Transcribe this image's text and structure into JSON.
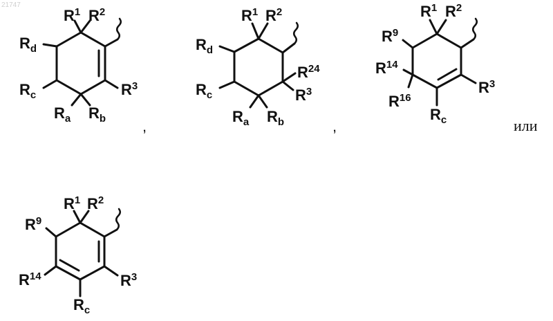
{
  "corner_number": "21747",
  "separators": [
    ",",
    ","
  ],
  "conjunction": "или",
  "structures": [
    {
      "labels": [
        {
          "base": "R",
          "sup": "1"
        },
        {
          "base": "R",
          "sup": "2"
        },
        {
          "base": "R",
          "sub": "d"
        },
        {
          "base": "R",
          "sub": "c"
        },
        {
          "base": "R",
          "sup": "3"
        },
        {
          "base": "R",
          "sub": "a"
        },
        {
          "base": "R",
          "sub": "b"
        }
      ]
    },
    {
      "labels": [
        {
          "base": "R",
          "sup": "1"
        },
        {
          "base": "R",
          "sup": "2"
        },
        {
          "base": "R",
          "sub": "d"
        },
        {
          "base": "R",
          "sup": "24"
        },
        {
          "base": "R",
          "sub": "c"
        },
        {
          "base": "R",
          "sup": "3"
        },
        {
          "base": "R",
          "sub": "a"
        },
        {
          "base": "R",
          "sub": "b"
        }
      ]
    },
    {
      "labels": [
        {
          "base": "R",
          "sup": "1"
        },
        {
          "base": "R",
          "sup": "2"
        },
        {
          "base": "R",
          "sup": "9"
        },
        {
          "base": "R",
          "sup": "14"
        },
        {
          "base": "R",
          "sup": "16"
        },
        {
          "base": "R",
          "sup": "3"
        },
        {
          "base": "R",
          "sub": "c"
        }
      ]
    },
    {
      "labels": [
        {
          "base": "R",
          "sup": "1"
        },
        {
          "base": "R",
          "sup": "2"
        },
        {
          "base": "R",
          "sup": "9"
        },
        {
          "base": "R",
          "sup": "14"
        },
        {
          "base": "R",
          "sup": "3"
        },
        {
          "base": "R",
          "sub": "c"
        }
      ]
    }
  ]
}
